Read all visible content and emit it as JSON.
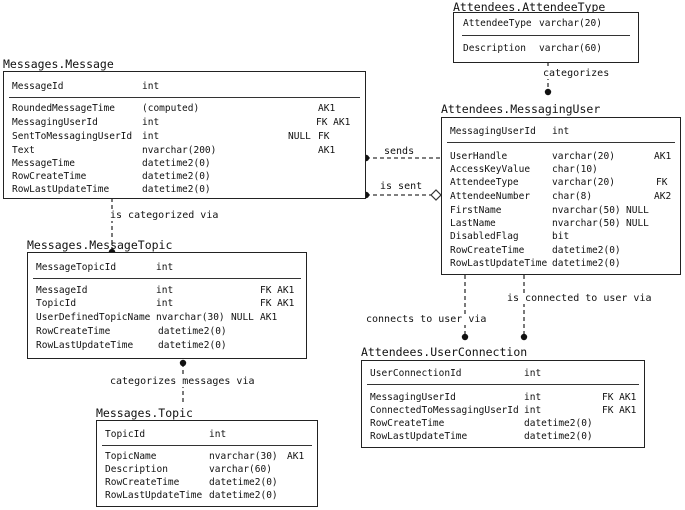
{
  "entities": {
    "attendee_type": {
      "title": "Attendees.AttendeeType",
      "pk": {
        "name": "AttendeeType",
        "type": "varchar(20)"
      },
      "fields": [
        {
          "name": "Description",
          "type": "varchar(60)",
          "null": "",
          "keys": ""
        }
      ]
    },
    "message": {
      "title": "Messages.Message",
      "pk": {
        "name": "MessageId",
        "type": "int"
      },
      "fields": [
        {
          "name": "RoundedMessageTime",
          "type": "(computed)",
          "null": "",
          "keys": "AK1"
        },
        {
          "name": "MessagingUserId",
          "type": "int",
          "null": "",
          "keys": "FK AK1"
        },
        {
          "name": "SentToMessagingUserId",
          "type": "int",
          "null": "NULL",
          "keys": "FK"
        },
        {
          "name": "Text",
          "type": "nvarchar(200)",
          "null": "",
          "keys": "AK1"
        },
        {
          "name": "MessageTime",
          "type": "datetime2(0)",
          "null": "",
          "keys": ""
        },
        {
          "name": "RowCreateTime",
          "type": "datetime2(0)",
          "null": "",
          "keys": ""
        },
        {
          "name": "RowLastUpdateTime",
          "type": "datetime2(0)",
          "null": "",
          "keys": ""
        }
      ]
    },
    "messaging_user": {
      "title": "Attendees.MessagingUser",
      "pk": {
        "name": "MessagingUserId",
        "type": "int"
      },
      "fields": [
        {
          "name": "UserHandle",
          "type": "varchar(20)",
          "null": "",
          "keys": "AK1"
        },
        {
          "name": "AccessKeyValue",
          "type": "char(10)",
          "null": "",
          "keys": ""
        },
        {
          "name": "AttendeeType",
          "type": "varchar(20)",
          "null": "",
          "keys": "FK"
        },
        {
          "name": "AttendeeNumber",
          "type": "char(8)",
          "null": "",
          "keys": "AK2"
        },
        {
          "name": "FirstName",
          "type": "nvarchar(50)",
          "null": "NULL",
          "keys": ""
        },
        {
          "name": "LastName",
          "type": "nvarchar(50)",
          "null": "NULL",
          "keys": ""
        },
        {
          "name": "DisabledFlag",
          "type": "bit",
          "null": "",
          "keys": ""
        },
        {
          "name": "RowCreateTime",
          "type": "datetime2(0)",
          "null": "",
          "keys": ""
        },
        {
          "name": "RowLastUpdateTime",
          "type": "datetime2(0)",
          "null": "",
          "keys": ""
        }
      ]
    },
    "message_topic": {
      "title": "Messages.MessageTopic",
      "pk": {
        "name": "MessageTopicId",
        "type": "int"
      },
      "fields": [
        {
          "name": "MessageId",
          "type": "int",
          "null": "",
          "keys": "FK AK1"
        },
        {
          "name": "TopicId",
          "type": "int",
          "null": "",
          "keys": "FK AK1"
        },
        {
          "name": "UserDefinedTopicName",
          "type": "nvarchar(30)",
          "null": "NULL",
          "keys": "AK1"
        },
        {
          "name": "RowCreateTime",
          "type": "datetime2(0)",
          "null": "",
          "keys": ""
        },
        {
          "name": "RowLastUpdateTime",
          "type": "datetime2(0)",
          "null": "",
          "keys": ""
        }
      ]
    },
    "user_connection": {
      "title": "Attendees.UserConnection",
      "pk": {
        "name": "UserConnectionId",
        "type": "int"
      },
      "fields": [
        {
          "name": "MessagingUserId",
          "type": "int",
          "null": "",
          "keys": "FK AK1"
        },
        {
          "name": "ConnectedToMessagingUserId",
          "type": "int",
          "null": "",
          "keys": "FK AK1"
        },
        {
          "name": "RowCreateTime",
          "type": "datetime2(0)",
          "null": "",
          "keys": ""
        },
        {
          "name": "RowLastUpdateTime",
          "type": "datetime2(0)",
          "null": "",
          "keys": ""
        }
      ]
    },
    "topic": {
      "title": "Messages.Topic",
      "pk": {
        "name": "TopicId",
        "type": "int"
      },
      "fields": [
        {
          "name": "TopicName",
          "type": "nvarchar(30)",
          "null": "",
          "keys": "AK1"
        },
        {
          "name": "Description",
          "type": "varchar(60)",
          "null": "",
          "keys": ""
        },
        {
          "name": "RowCreateTime",
          "type": "datetime2(0)",
          "null": "",
          "keys": ""
        },
        {
          "name": "RowLastUpdateTime",
          "type": "datetime2(0)",
          "null": "",
          "keys": ""
        }
      ]
    }
  },
  "relationships": {
    "categorizes": "categorizes",
    "sends": "sends",
    "is_sent": "is sent",
    "is_categorized_via": "is categorized via",
    "categorizes_messages_via": "categorizes messages via",
    "connects_to_user_via": "connects to user via",
    "is_connected_to_user_via": "is connected to user via"
  }
}
